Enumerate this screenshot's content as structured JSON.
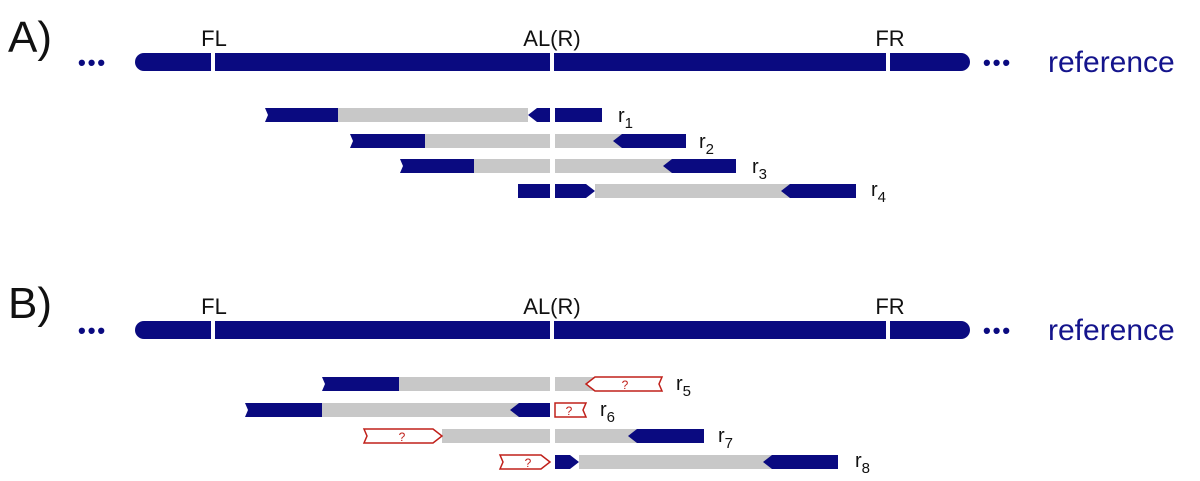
{
  "colors": {
    "reference": "#0a0a80",
    "insert": "#c8c8c8",
    "unknown": "#c0201a",
    "text": "#111111",
    "reference_label": "#14148c"
  },
  "panels": [
    {
      "label": "A)",
      "reference": {
        "breakpoints": [
          "FL",
          "AL(R)",
          "FR"
        ],
        "label": "reference",
        "ellipsis_left": "•••",
        "ellipsis_right": "•••"
      },
      "reads": [
        {
          "name": "r",
          "index": "1"
        },
        {
          "name": "r",
          "index": "2"
        },
        {
          "name": "r",
          "index": "3"
        },
        {
          "name": "r",
          "index": "4"
        }
      ]
    },
    {
      "label": "B)",
      "reference": {
        "breakpoints": [
          "FL",
          "AL(R)",
          "FR"
        ],
        "label": "reference",
        "ellipsis_left": "•••",
        "ellipsis_right": "•••"
      },
      "reads": [
        {
          "name": "r",
          "index": "5",
          "unknown_mark": "?"
        },
        {
          "name": "r",
          "index": "6",
          "unknown_mark": "?"
        },
        {
          "name": "r",
          "index": "7",
          "unknown_mark": "?"
        },
        {
          "name": "r",
          "index": "8",
          "unknown_mark": "?"
        }
      ]
    }
  ]
}
